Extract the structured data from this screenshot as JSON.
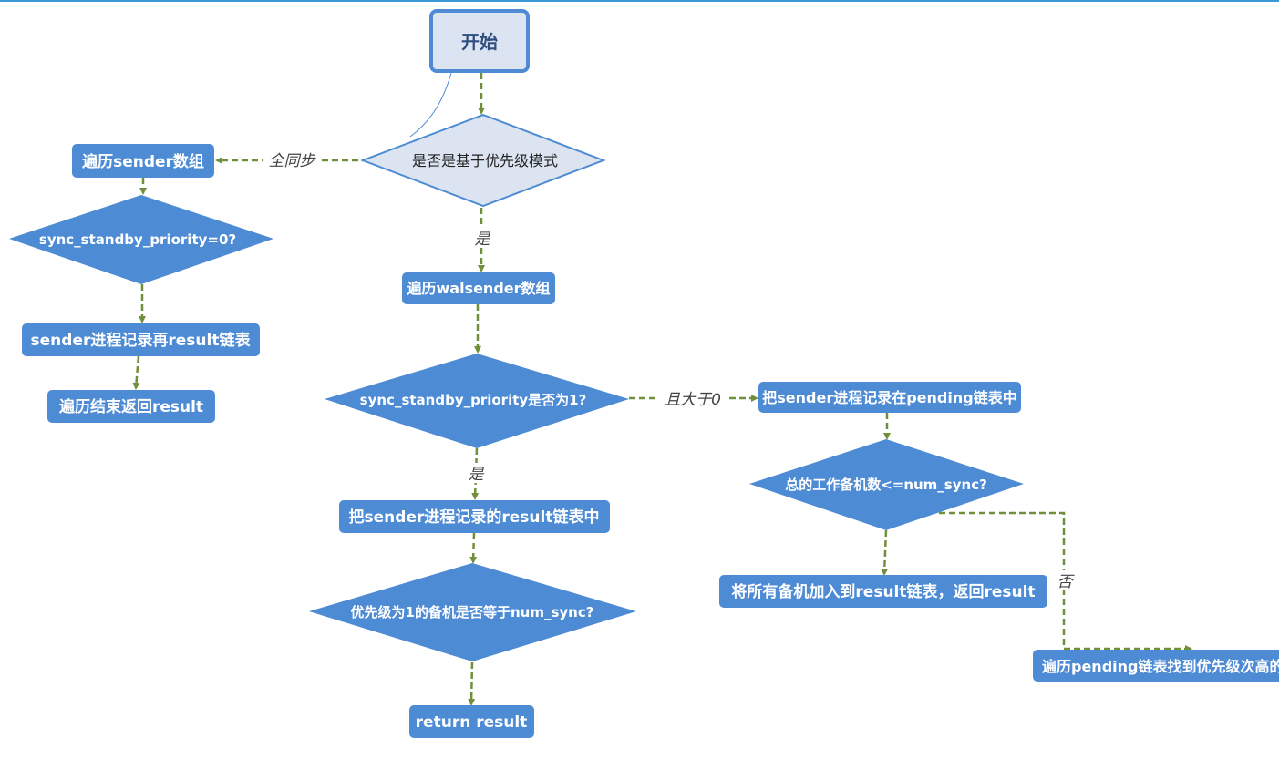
{
  "nodes": {
    "start": "开始",
    "q_priority_mode": "是否是基于优先级模式",
    "iterate_sender": "遍历sender数组",
    "q_priority_zero": "sync_standby_priority=0?",
    "record_result_left": "sender进程记录再result链表",
    "end_left": "遍历结束返回result",
    "iterate_walsender": "遍历walsender数组",
    "q_priority_one": "sync_standby_priority是否为1?",
    "record_pending": "把sender进程记录在pending链表中",
    "record_result_mid": "把sender进程记录的result链表中",
    "q_total_le": "总的工作备机数<=num_sync?",
    "q_equal_num_sync": "优先级为1的备机是否等于num_sync?",
    "add_all": "将所有备机加入到result链表，返回result",
    "return_result": "return result",
    "iterate_pending": "遍历pending链表找到优先级次高的"
  },
  "edge_labels": {
    "full_sync": "全同步",
    "yes_1": "是",
    "yes_2": "是",
    "greater_zero": "且大于0",
    "no": "否"
  },
  "colors": {
    "node_fill": "#4e8bd5",
    "start_fill": "#dbe4f0",
    "start_border": "#4e8bd5",
    "edge": "#6f8f3a",
    "top_bar": "#3a9ad9"
  }
}
